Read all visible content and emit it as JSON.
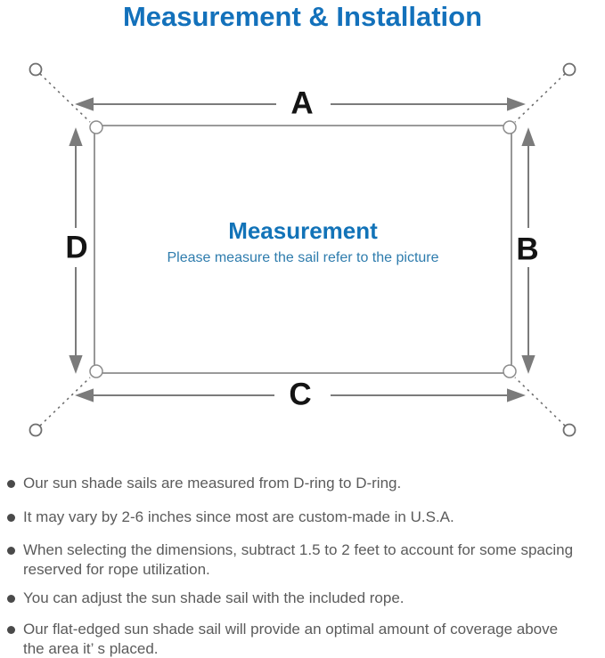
{
  "title": "Measurement & Installation",
  "diagram": {
    "labels": {
      "a": "A",
      "b": "B",
      "c": "C",
      "d": "D"
    },
    "center_title": "Measurement",
    "center_subtitle": "Please measure the sail refer to the picture"
  },
  "notes": [
    "Our sun shade sails are measured from D-ring to D-ring.",
    "It may vary by 2-6 inches since most are custom-made in U.S.A.",
    "When selecting the dimensions, subtract 1.5 to 2 feet to account for some spacing\nreserved for rope utilization.",
    "You can adjust the sun shade sail with the included rope.",
    "Our flat-edged sun shade sail will provide an optimal amount of coverage above\nthe area it’ s placed."
  ],
  "colors": {
    "title_blue": "#1371bb",
    "center_title_blue": "#1273b8",
    "center_subtitle_blue": "#2e7cad",
    "note_text_gray": "#5b5b5b",
    "diagram_line_gray": "#7b7b7b",
    "sail_outline_gray": "#8c8c8c",
    "dimension_label_black": "#141414"
  }
}
